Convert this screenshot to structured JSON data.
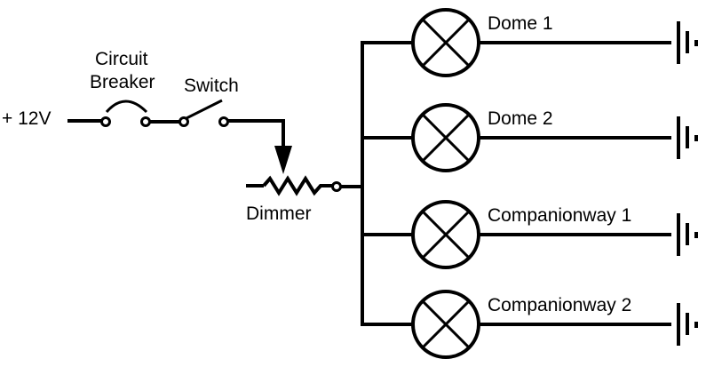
{
  "diagram": {
    "type": "electrical-schematic",
    "supply": {
      "label": "+ 12V"
    },
    "components": {
      "breaker": {
        "label_line1": "Circuit",
        "label_line2": "Breaker"
      },
      "switch": {
        "label": "Switch",
        "state": "open"
      },
      "dimmer": {
        "label": "Dimmer",
        "symbol": "variable-resistor"
      }
    },
    "lamps": [
      {
        "label": "Dome 1"
      },
      {
        "label": "Dome 2"
      },
      {
        "label": "Companionway 1"
      },
      {
        "label": "Companionway 2"
      }
    ],
    "ground_symbol": "ground-icon",
    "colors": {
      "stroke": "#000000",
      "background": "#ffffff"
    }
  }
}
